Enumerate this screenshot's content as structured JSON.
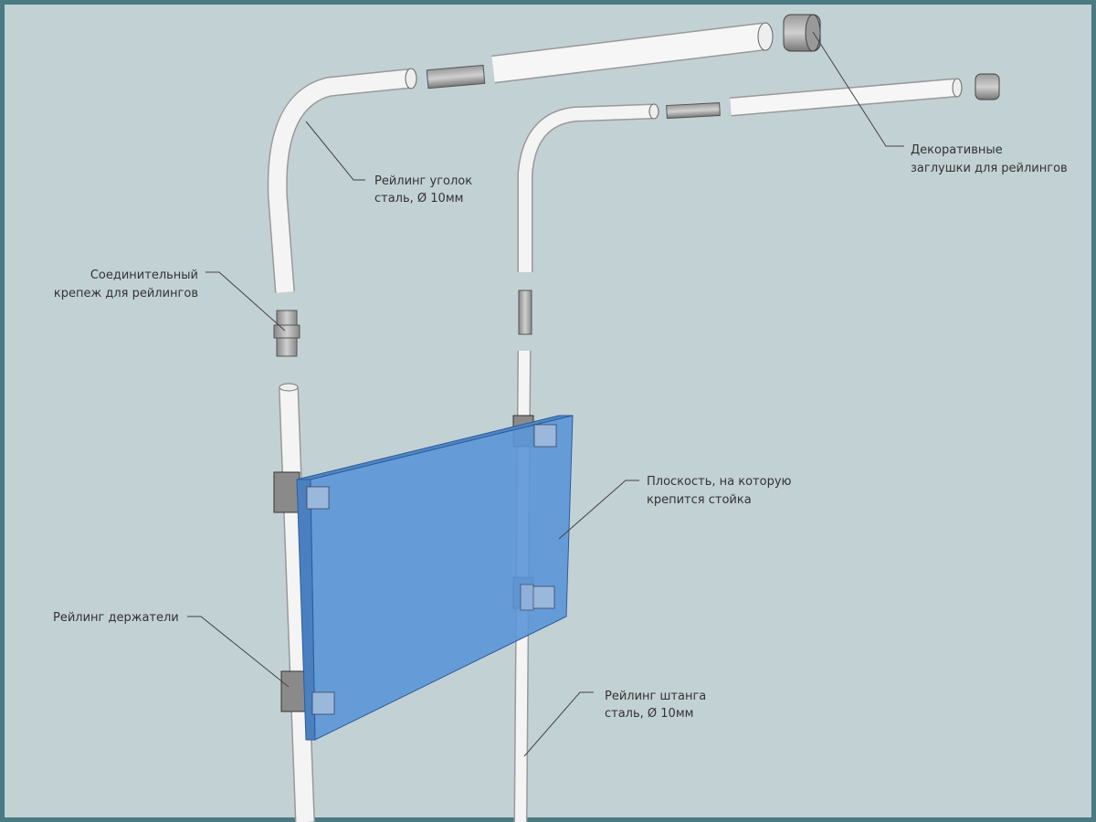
{
  "labels": {
    "corner_rail": [
      "Рейлинг уголок",
      "сталь, Ø 10мм"
    ],
    "end_caps": [
      "Декоративные",
      "заглушки для рейлингов"
    ],
    "connector": [
      "Соединительный",
      "крепеж для рейлингов"
    ],
    "panel": [
      "Плоскость, на которую",
      "крепится стойка"
    ],
    "holders": [
      "Рейлинг держатели"
    ],
    "rod": [
      "Рейлинг штанга",
      "сталь, Ø 10мм"
    ]
  },
  "colors": {
    "background": "#c2d1d4",
    "frame": "#4a7a82",
    "panel": "#5b96d8"
  }
}
